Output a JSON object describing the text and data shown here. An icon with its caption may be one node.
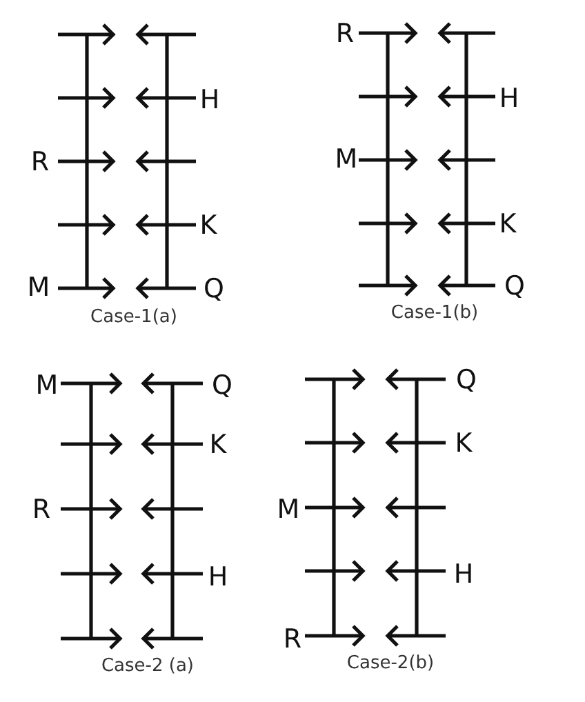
{
  "diagram": {
    "labels": [
      "H",
      "R",
      "K",
      "M",
      "Q",
      "Case-1(a)",
      "R",
      "H",
      "M",
      "K",
      "Q",
      "Case-1(b)",
      "M",
      "Q",
      "K",
      "R",
      "H",
      "Case-2 (a)",
      "Q",
      "K",
      "M",
      "H",
      "R",
      "Case-2(b)"
    ]
  }
}
